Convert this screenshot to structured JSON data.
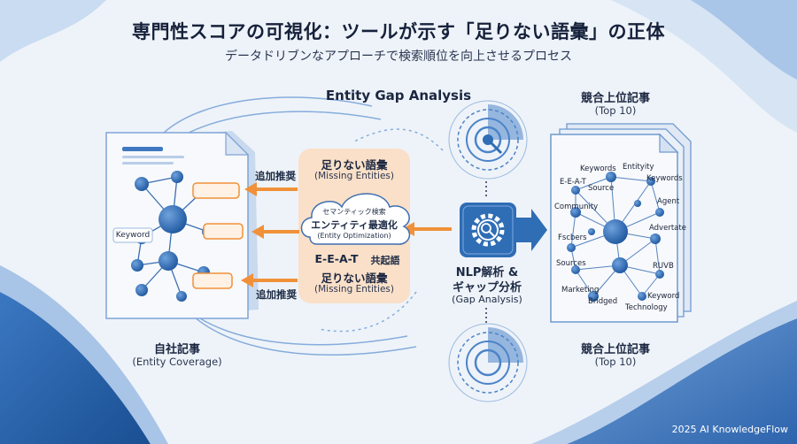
{
  "title": "専門性スコアの可視化：ツールが示す「足りない語彙」の正体",
  "subtitle": "データドリブンなアプローチで検索順位を向上させるプロセス",
  "center_heading": "Entity Gap Analysis",
  "own_article": {
    "keyword_tag": "Keyword",
    "label_jp": "自社記事",
    "label_en": "(Entity Coverage)"
  },
  "add_recommendation_top": "追加推奨",
  "add_recommendation_bottom": "追加推奨",
  "missing_top": {
    "jp": "足りない語彙",
    "en": "(Missing Entities)"
  },
  "missing_bottom": {
    "jp": "足りない語彙",
    "en": "(Missing Entities)"
  },
  "cloud": {
    "line1": "セマンティック検索",
    "line2": "エンティティ最適化",
    "line3": "(Entity Optimization)"
  },
  "eeat": "E-E-A-T",
  "cooccurrence": "共起語",
  "nlp": {
    "line1": "NLP解析 &",
    "line2": "ギャップ分析",
    "line3": "(Gap Analysis)"
  },
  "competitor_top": {
    "jp": "競合上位記事",
    "en": "(Top 10)"
  },
  "competitor_bottom": {
    "jp": "競合上位記事",
    "en": "(Top 10)"
  },
  "competitor_terms": [
    "Keywords",
    "Entityity",
    "E-E-A-T",
    "Source",
    "Keywords",
    "Community",
    "Agent",
    "Advertate",
    "Fscbers",
    "Sources",
    "RUVB",
    "Marketing",
    "Keyword",
    "Bridged",
    "Technology"
  ],
  "footer": "2025 AI KnowledgeFlow",
  "colors": {
    "primary_blue": "#2f6db5",
    "dark_blue": "#1f4f8c",
    "orange": "#f0913a",
    "peach": "#fbdcc0",
    "paper": "#f7f9fc"
  },
  "icons": [
    "gear-search-icon",
    "radar-icon",
    "arrow-right-icon"
  ]
}
